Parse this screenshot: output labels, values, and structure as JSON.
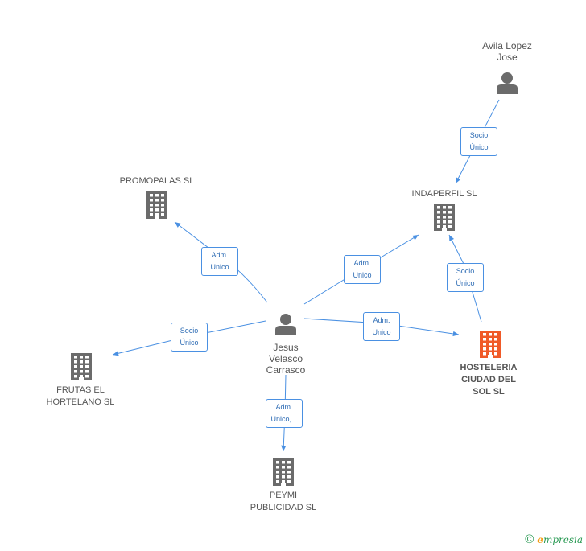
{
  "nodes": {
    "avila": {
      "type": "person",
      "label": [
        "Avila Lopez",
        "Jose"
      ]
    },
    "promopalas": {
      "type": "company",
      "label": [
        "PROMOPALAS SL"
      ]
    },
    "indaperfil": {
      "type": "company",
      "label": [
        "INDAPERFIL SL"
      ]
    },
    "jesus": {
      "type": "person",
      "label": [
        "Jesus",
        "Velasco",
        "Carrasco"
      ]
    },
    "hosteleria": {
      "type": "company",
      "main": true,
      "label": [
        "HOSTELERIA",
        "CIUDAD DEL",
        "SOL SL"
      ]
    },
    "frutas": {
      "type": "company",
      "label": [
        "FRUTAS EL",
        "HORTELANO SL"
      ]
    },
    "peymi": {
      "type": "company",
      "label": [
        "PEYMI",
        "PUBLICIDAD SL"
      ]
    }
  },
  "edges": [
    {
      "from": "avila",
      "to": "indaperfil",
      "label": [
        "Socio",
        "Único"
      ]
    },
    {
      "from": "hosteleria",
      "to": "indaperfil",
      "label": [
        "Socio",
        "Único"
      ]
    },
    {
      "from": "jesus",
      "to": "promopalas",
      "label": [
        "Adm.",
        "Unico"
      ]
    },
    {
      "from": "jesus",
      "to": "indaperfil",
      "label": [
        "Adm.",
        "Unico"
      ]
    },
    {
      "from": "jesus",
      "to": "hosteleria",
      "label": [
        "Adm.",
        "Unico"
      ]
    },
    {
      "from": "jesus",
      "to": "frutas",
      "label": [
        "Socio",
        "Único"
      ]
    },
    {
      "from": "jesus",
      "to": "peymi",
      "label": [
        "Adm.",
        "Unico,..."
      ]
    }
  ],
  "colors": {
    "edge": "#4a90e2",
    "company_icon": "#6b6b6b",
    "main_company_icon": "#f05a28",
    "person_icon": "#6b6b6b"
  },
  "footer": {
    "copyright": "©",
    "brand_initial": "e",
    "brand_rest": "mpresia"
  }
}
